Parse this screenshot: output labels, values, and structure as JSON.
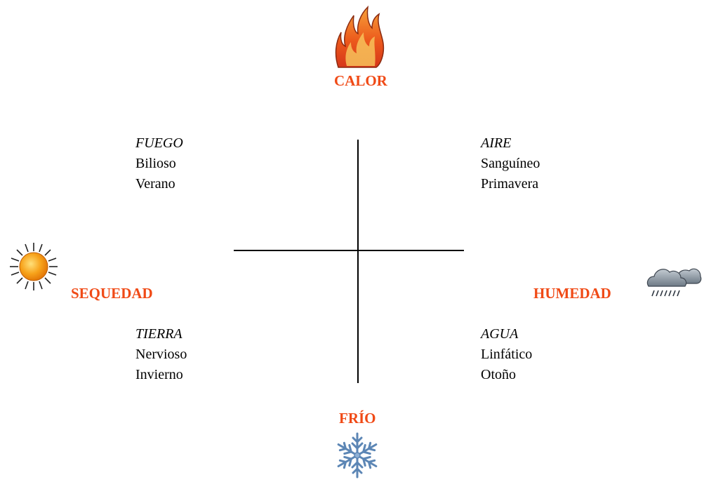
{
  "poles": {
    "top": {
      "label": "CALOR",
      "icon": "flame-icon"
    },
    "bottom": {
      "label": "FRÍO",
      "icon": "snowflake-icon"
    },
    "left": {
      "label": "SEQUEDAD",
      "icon": "sun-icon"
    },
    "right": {
      "label": "HUMEDAD",
      "icon": "rain-cloud-icon"
    }
  },
  "quadrants": {
    "top_left": {
      "element": "FUEGO",
      "temperament": "Bilioso",
      "season": "Verano"
    },
    "top_right": {
      "element": "AIRE",
      "temperament": "Sanguíneo",
      "season": "Primavera"
    },
    "bottom_left": {
      "element": "TIERRA",
      "temperament": "Nervioso",
      "season": "Invierno"
    },
    "bottom_right": {
      "element": "AGUA",
      "temperament": "Linfático",
      "season": "Otoño"
    }
  },
  "colors": {
    "pole_label": "#F04A16",
    "axis": "#000000",
    "flame": "#E8531B",
    "sun": "#F59A0E",
    "snowflake": "#5C86B5",
    "cloud": "#7A8590"
  }
}
